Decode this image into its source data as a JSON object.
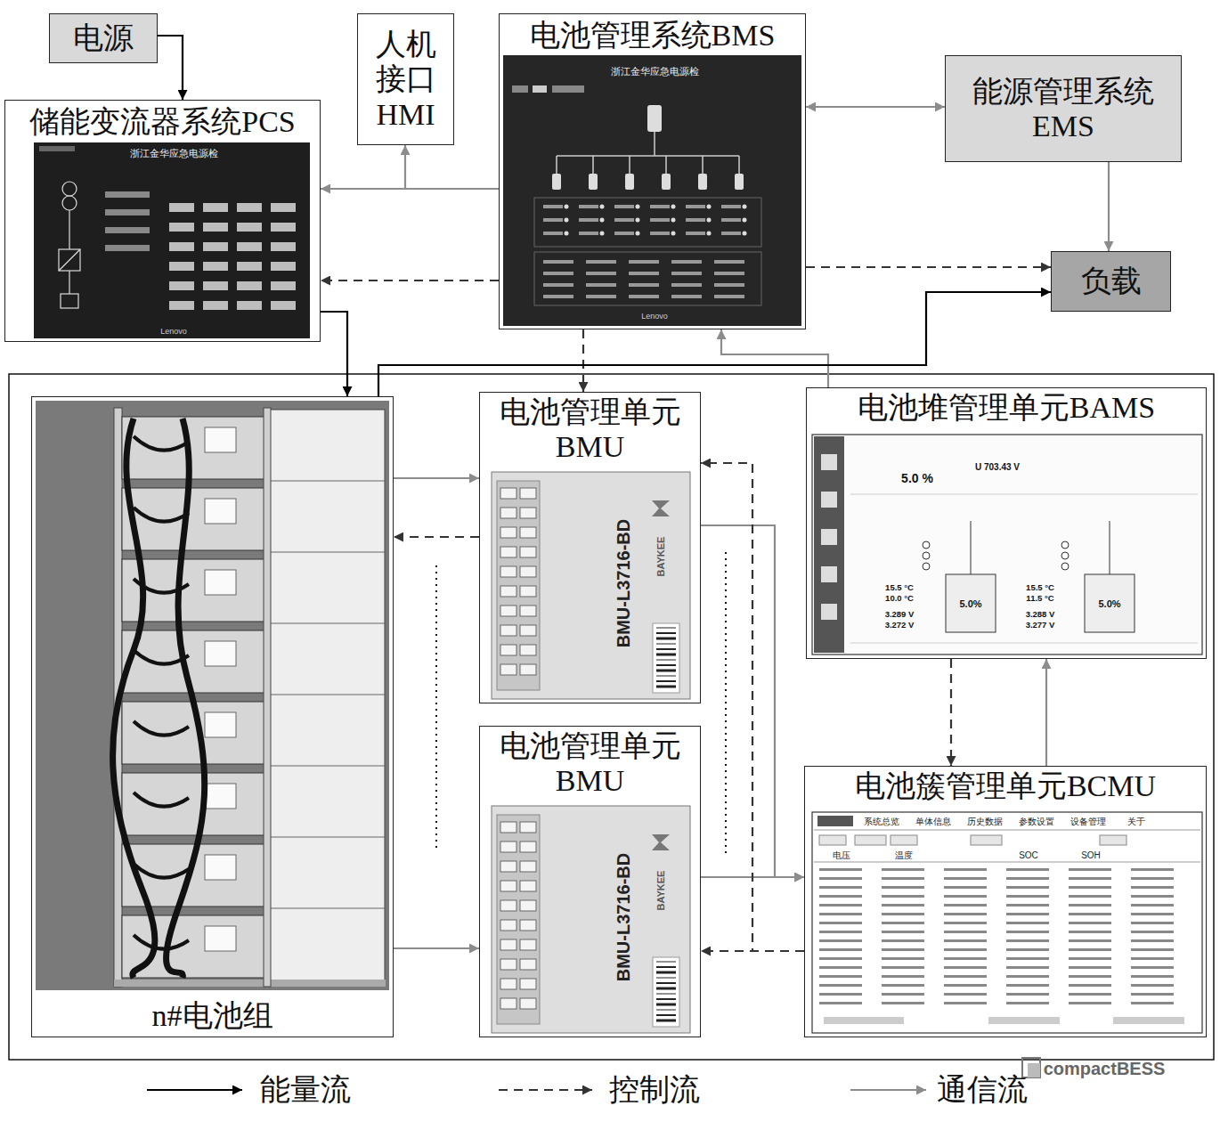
{
  "diagram": {
    "nodes": [
      {
        "text": [
          "电源"
        ]
      },
      {
        "text": [
          "储能变流器系统PCS"
        ]
      },
      {
        "text": [
          "人机 接口 HMI"
        ]
      },
      {
        "text": [
          "电池管理系统BMS"
        ]
      },
      {
        "text": [
          "能源管理系统 EMS"
        ]
      },
      {
        "text": [
          "负载"
        ]
      },
      {
        "text": [
          "n#电池组"
        ]
      },
      {
        "text": [
          "电池管理单元 BMU"
        ]
      },
      {
        "text": [
          "电池管理单元 BMU"
        ]
      },
      {
        "text": [
          "电池堆管理单元BAMS"
        ]
      },
      {
        "text": [
          "电池簇管理单元BCMU"
        ]
      }
    ],
    "edges": [
      {
        "from": 0,
        "to": 1,
        "arrow": "to"
      },
      {
        "from": 3,
        "to": 1,
        "arrow": "to"
      },
      {
        "from": 3,
        "to": 2,
        "arrow": "to"
      },
      {
        "from": 3,
        "to": 1,
        "arrow": "to"
      },
      {
        "from": 3,
        "to": 4,
        "arrow": "both"
      },
      {
        "from": 3,
        "to": 5,
        "arrow": "to"
      },
      {
        "from": 4,
        "to": 5,
        "arrow": "to"
      },
      {
        "from": 1,
        "to": 6,
        "arrow": "to"
      },
      {
        "from": 3,
        "to": 7,
        "arrow": "to"
      },
      {
        "from": 9,
        "to": 3,
        "arrow": "to"
      },
      {
        "from": 6,
        "to": 5,
        "arrow": "to"
      },
      {
        "from": 6,
        "to": 7,
        "arrow": "to"
      },
      {
        "from": 7,
        "to": 6,
        "arrow": "to"
      },
      {
        "from": 6,
        "to": 8,
        "arrow": "to"
      },
      {
        "from": 7,
        "to": 10,
        "arrow": "to"
      },
      {
        "from": 8,
        "to": 10,
        "arrow": "to"
      },
      {
        "from": 10,
        "to": 7,
        "arrow": "to"
      },
      {
        "from": 10,
        "to": 8,
        "arrow": "to"
      },
      {
        "from": 9,
        "to": 10,
        "arrow": "to"
      },
      {
        "from": 10,
        "to": 9,
        "arrow": "to"
      }
    ],
    "labels": [
      "浙江金华应急电源检",
      "Lenovo",
      "浙江金华应急电源检",
      "Lenovo",
      "BMU-L3716-BD",
      "BAYKEE",
      "BMU-L3716-BD",
      "BAYKEE",
      "5.0 %",
      "U 703.43 V",
      "5.0%",
      "5.0%",
      "15.5 °C",
      "10.0 °C",
      "3.289 V",
      "3.272 V",
      "15.5 °C",
      "11.5 °C",
      "3.288 V",
      "3.277 V",
      "系统总览",
      "单体信息",
      "历史数据",
      "参数设置",
      "设备管理",
      "关于",
      "电压",
      "温度",
      "SOC",
      "SOH",
      "compactBESS"
    ],
    "legend": [
      {
        "text": "能量流"
      },
      {
        "text": "控制流"
      },
      {
        "text": "通信流"
      }
    ]
  }
}
